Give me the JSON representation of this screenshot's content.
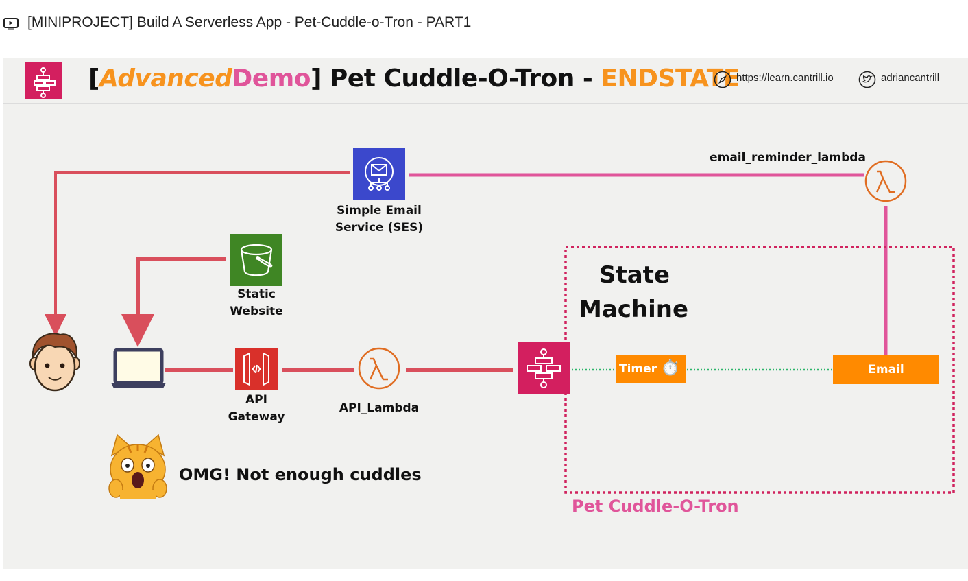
{
  "lesson": {
    "title": "[MINIPROJECT] Build A Serverless App - Pet-Cuddle-o-Tron - PART1"
  },
  "slide": {
    "title_open": "[",
    "title_advanced": "Advanced",
    "title_demo": "Demo",
    "title_close": "] Pet Cuddle-O-Tron - ",
    "title_endstate": "ENDSTATE",
    "website_link": "https://learn.cantrill.io",
    "twitter_handle": "adriancantrill"
  },
  "diagram": {
    "ses_label_1": "Simple Email",
    "ses_label_2": "Service (SES)",
    "email_reminder_lambda": "email_reminder_lambda",
    "s3_label_1": "Static",
    "s3_label_2": "Website",
    "apigw_label_1": "API",
    "apigw_label_2": "Gateway",
    "api_lambda": "API_Lambda",
    "state_machine_1": "State",
    "state_machine_2": "Machine",
    "timer": "Timer",
    "timer_emoji": "⏱️",
    "email": "Email",
    "pet_cuddle_o_tron": "Pet Cuddle-O-Tron",
    "omg": "OMG! Not enough cuddles",
    "cat_emoji": "🙀"
  },
  "colors": {
    "arrow_red": "#d94f5c",
    "line_pink": "#e0559a",
    "dotted_green": "#2bb56a",
    "dashed_box": "#d0235e",
    "orange": "#ff8a00",
    "ses_blue": "#3b48cc",
    "s3_green": "#3f8624",
    "apigw_red": "#d9302a",
    "lambda_orange": "#e06d22",
    "stepfunctions_pink": "#d31f5f"
  },
  "icons": [
    "play-icon",
    "step-functions-icon",
    "compass-icon",
    "twitter-icon",
    "ses-icon",
    "lambda-icon",
    "s3-bucket-icon",
    "api-gateway-icon",
    "user-face-icon",
    "laptop-icon",
    "screaming-cat-icon"
  ]
}
